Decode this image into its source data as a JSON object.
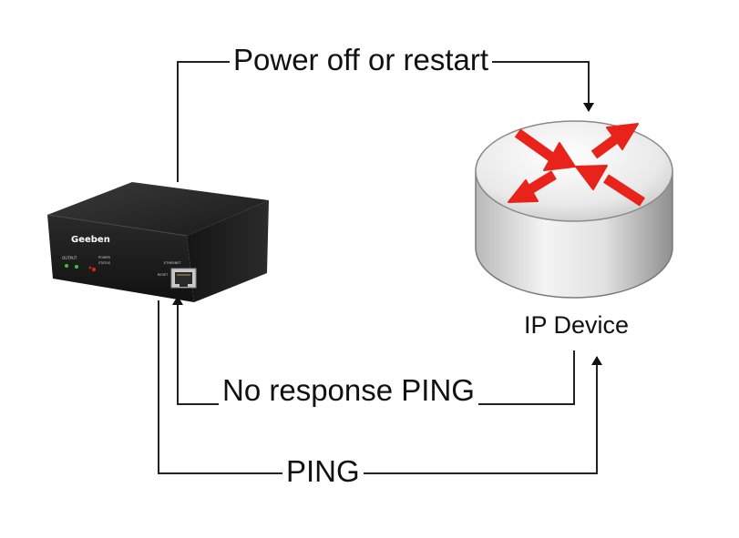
{
  "labels": {
    "power": "Power off or restart",
    "no_response": "No response PING",
    "ping": "PING",
    "ip_device": "IP Device"
  },
  "device": {
    "brand": "Geeben",
    "icon": "ethernet-watchdog-device"
  },
  "router": {
    "icon": "router-icon"
  },
  "colors": {
    "line": "#222222",
    "router_arrow": "#e8231a",
    "device_body": "#1b1b1b"
  }
}
